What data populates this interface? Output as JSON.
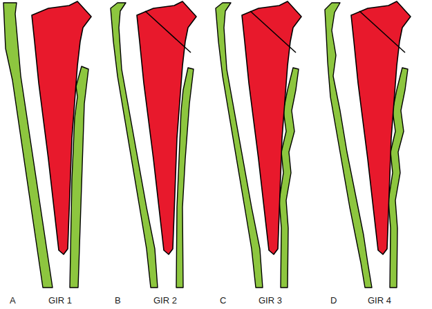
{
  "diagram": {
    "labels": [
      "A",
      "GIR 1",
      "B",
      "GIR 2",
      "C",
      "GIR 3",
      "D",
      "GIR 4"
    ]
  }
}
